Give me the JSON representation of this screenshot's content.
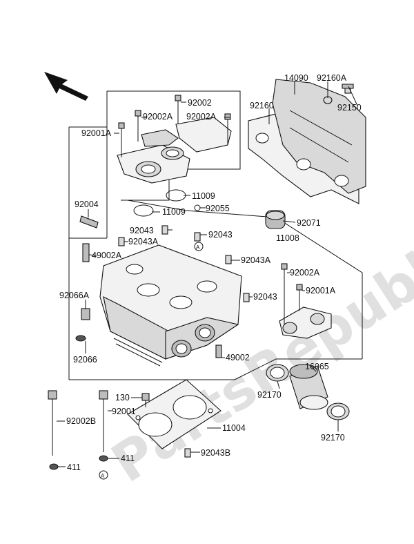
{
  "watermark": "PartsRepublik",
  "labels": {
    "p14090": "14090",
    "p92160A": "92160A",
    "p92150": "92150",
    "p92160": "92160",
    "p92002_top": "92002",
    "p92002A_top1": "92002A",
    "p92002A_top2": "92002A",
    "p92001A_left": "92001A",
    "p11009_a": "11009",
    "p11009_b": "11009",
    "p92055": "92055",
    "p92071": "92071",
    "p11008": "11008",
    "p92004": "92004",
    "p92043_a": "92043",
    "p92043A_a": "92043A",
    "p92043_b": "92043",
    "p49002A": "49002A",
    "p92043A_b": "92043A",
    "p92002A_right": "92002A",
    "p92001A_right": "92001A",
    "p92043_c": "92043",
    "p92066A": "92066A",
    "p92066": "92066",
    "p49002": "49002",
    "p16065": "16065",
    "p92170_a": "92170",
    "p92170_b": "92170",
    "p130": "130",
    "p92002B": "92002B",
    "p92001": "92001",
    "p11004": "11004",
    "p92043B": "92043B",
    "p411_a": "411",
    "p411_b": "411"
  },
  "markers": {
    "ref_a": "A"
  }
}
